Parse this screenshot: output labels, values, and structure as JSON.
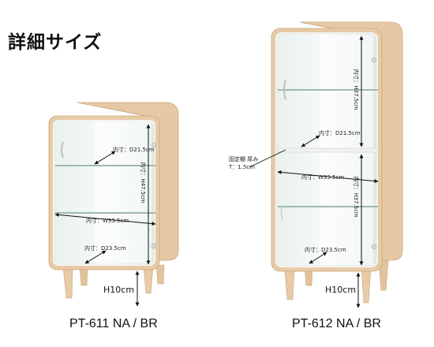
{
  "title": "詳細サイズ",
  "colors": {
    "wood": "#e7cba7",
    "wood_dark": "#c9a67c",
    "frame": "#f4f4f4",
    "glass": "#cfe6e0"
  },
  "small": {
    "model": "PT-611 NA / BR",
    "depth_top": "内寸：D21.5cm",
    "height_inner": "内寸：H47.5cm",
    "width_inner": "内寸：W33.5cm",
    "depth_bottom": "内寸：D23.5cm",
    "leg_height": "H10cm"
  },
  "large": {
    "model": "PT-612 NA / BR",
    "height_upper": "内寸：H37.5cm",
    "depth_mid": "内寸：D21.5cm",
    "shelf_note_1": "固定棚 厚み",
    "shelf_note_2": "T：1.5cm",
    "width_inner": "内寸：W33.5cm",
    "height_lower": "内寸：H37.5cm",
    "depth_bottom": "内寸：D23.5cm",
    "leg_height": "H10cm"
  }
}
